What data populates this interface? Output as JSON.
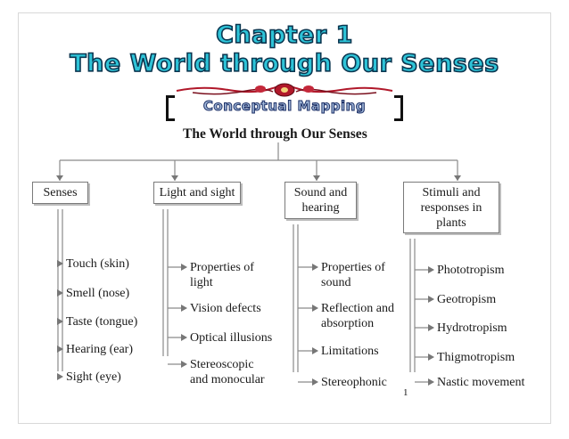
{
  "chapter": {
    "line1": "Chapter 1",
    "line2": "The World through Our Senses"
  },
  "banner": {
    "label": "Conceptual Mapping"
  },
  "diagram": {
    "root": "The World through Our Senses",
    "branches": [
      {
        "label": "Senses",
        "items": [
          "Touch (skin)",
          "Smell (nose)",
          "Taste (tongue)",
          "Hearing (ear)",
          "Sight (eye)"
        ]
      },
      {
        "label": "Light and sight",
        "items": [
          "Properties of\nlight",
          "Vision defects",
          "Optical illusions",
          "Stereoscopic\nand monocular"
        ]
      },
      {
        "label": "Sound and\nhearing",
        "items": [
          "Properties of\nsound",
          "Reflection and\nabsorption",
          "Limitations",
          "Stereophonic"
        ]
      },
      {
        "label": "Stimuli and\nresponses in\nplants",
        "items": [
          "Phototropism",
          "Geotropism",
          "Hydrotropism",
          "Thigmotropism",
          "Nastic movement"
        ]
      }
    ]
  },
  "page_number": "1",
  "colors": {
    "title_fill": "#2ec4d8",
    "title_stroke": "#0b3650",
    "banner_fill": "#9fb6d8",
    "ornament": "#b0182a",
    "line": "#8a8a8a"
  }
}
